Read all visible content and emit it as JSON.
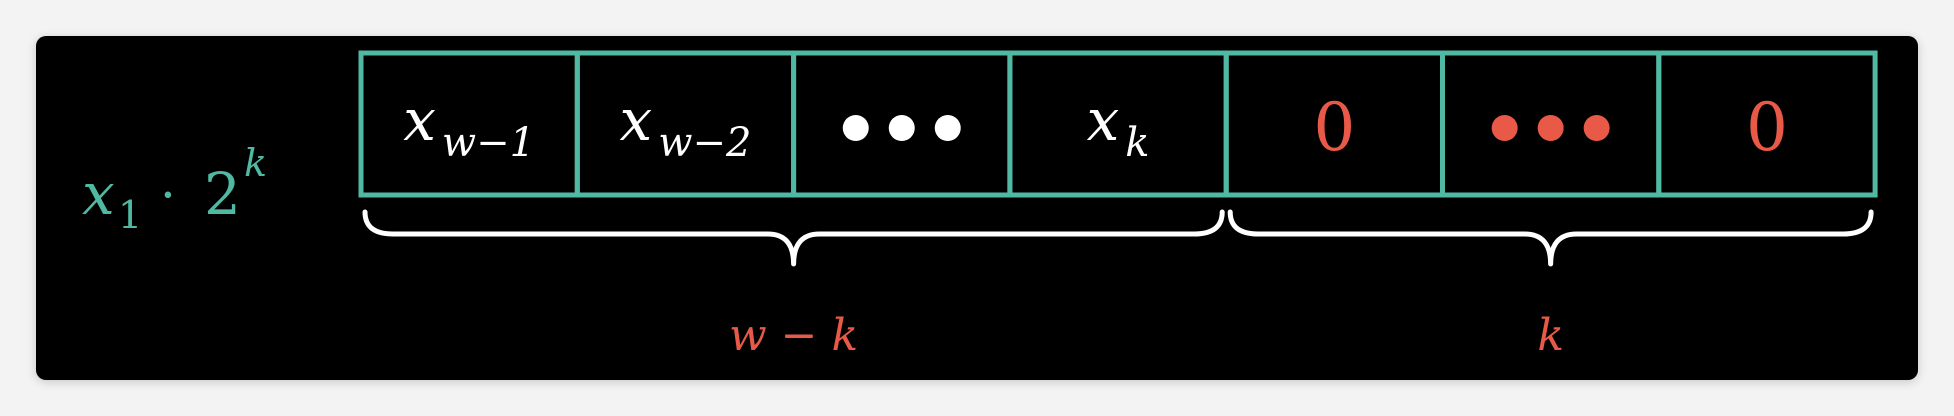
{
  "colors": {
    "background": "#000000",
    "cell_border": "#4fb9a3",
    "expression": "#4fb9a3",
    "white_text": "#ffffff",
    "red_text": "#e85a47",
    "brace": "#ffffff"
  },
  "expression": {
    "base_var": "x",
    "base_sub": "1",
    "operator": "·",
    "number": "2",
    "exponent": "k"
  },
  "cells": [
    {
      "kind": "var",
      "main": "x",
      "sub": "w−1",
      "color": "white"
    },
    {
      "kind": "var",
      "main": "x",
      "sub": "w−2",
      "color": "white"
    },
    {
      "kind": "dots",
      "color": "white"
    },
    {
      "kind": "var",
      "main": "x",
      "sub": "k",
      "color": "white"
    },
    {
      "kind": "digit",
      "main": "0",
      "color": "red"
    },
    {
      "kind": "dots",
      "color": "red"
    },
    {
      "kind": "digit",
      "main": "0",
      "color": "red"
    }
  ],
  "braces": [
    {
      "label": "w − k",
      "from_cell": 0,
      "to_cell": 3
    },
    {
      "label": "k",
      "from_cell": 4,
      "to_cell": 6
    }
  ]
}
